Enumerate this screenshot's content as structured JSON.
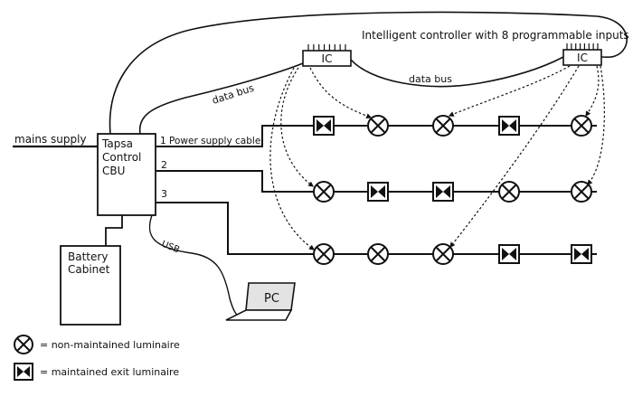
{
  "labels": {
    "controller_title": "Intelligent controller with 8 programmable inputs",
    "ic_left": "IC",
    "ic_right": "IC",
    "data_bus_left": "data bus",
    "data_bus_right": "data bus",
    "mains_supply": "mains supply",
    "cbu_line1": "Tapsa",
    "cbu_line2": "Control",
    "cbu_line3": "CBU",
    "circuit1": "1 Power supply cable",
    "circuit2": "2",
    "circuit3": "3",
    "usb": "USB",
    "battery_line1": "Battery",
    "battery_line2": "Cabinet",
    "pc": "PC"
  },
  "legend": {
    "non_maintained": "= non-maintained luminaire",
    "maintained": "= maintained exit luminaire"
  },
  "circuits": [
    [
      "maintained",
      "non_maintained",
      "non_maintained",
      "maintained",
      "non_maintained"
    ],
    [
      "non_maintained",
      "maintained",
      "maintained",
      "non_maintained",
      "non_maintained"
    ],
    [
      "non_maintained",
      "non_maintained",
      "non_maintained",
      "maintained",
      "maintained"
    ]
  ],
  "colors": {
    "line": "#111111",
    "pc_screen": "#e3e3e3"
  }
}
